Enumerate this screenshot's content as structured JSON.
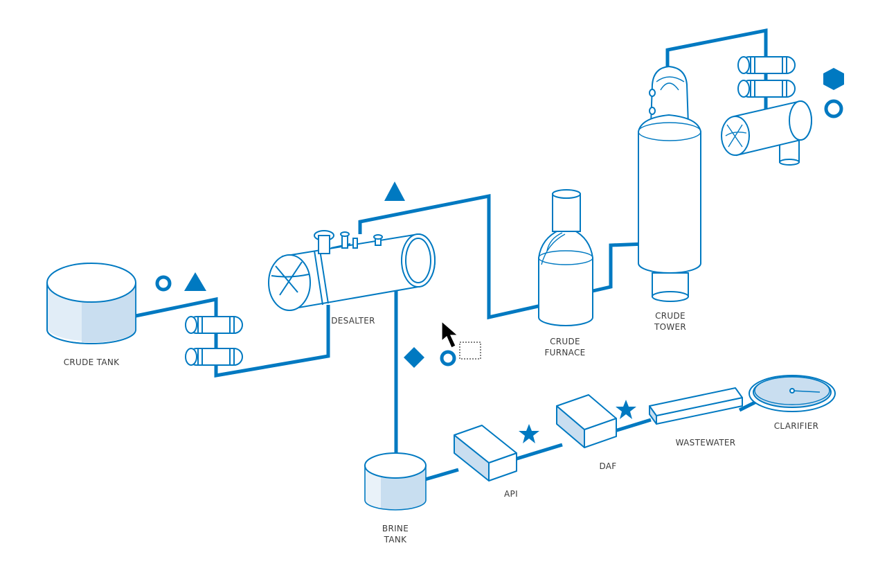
{
  "colors": {
    "line": "#0079c1",
    "fill_light": "#c9def0",
    "label": "#3a3a3a",
    "background": "#ffffff"
  },
  "labels": {
    "crude_tank": "CRUDE TANK",
    "desalter": "DESALTER",
    "crude_furnace_1": "CRUDE",
    "crude_furnace_2": "FURNACE",
    "crude_tower_1": "CRUDE",
    "crude_tower_2": "TOWER",
    "brine_tank_1": "BRINE",
    "brine_tank_2": "TANK",
    "api": "API",
    "daf": "DAF",
    "wastewater": "WASTEWATER",
    "clarifier": "CLARIFIER"
  },
  "markers": {
    "crude_tank": [
      "circle",
      "triangle"
    ],
    "desalter_overhead": [
      "triangle"
    ],
    "desalter_bottom": [
      "diamond",
      "circle"
    ],
    "tower_overhead": [
      "hexagon",
      "circle"
    ],
    "api_daf": [
      "star"
    ],
    "daf_wastewater": [
      "star"
    ]
  },
  "cursor": {
    "icon": "arrow-cursor-icon",
    "drag_box": true
  }
}
